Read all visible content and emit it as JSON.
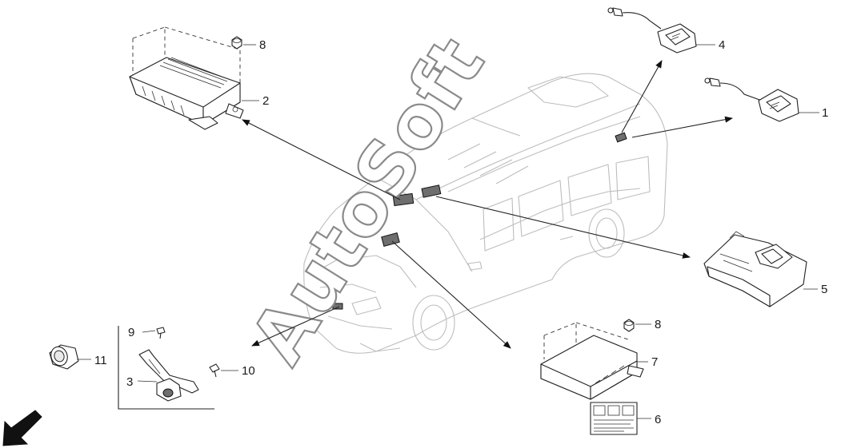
{
  "watermark": "AutoSoft",
  "callouts": {
    "c1": "1",
    "c2": "2",
    "c3": "3",
    "c4": "4",
    "c5": "5",
    "c6": "6",
    "c7": "7",
    "c8a": "8",
    "c8b": "8",
    "c9": "9",
    "c10": "10",
    "c11": "11"
  },
  "icons": {
    "front_arrow": "large-diagonal-arrow-icon"
  }
}
